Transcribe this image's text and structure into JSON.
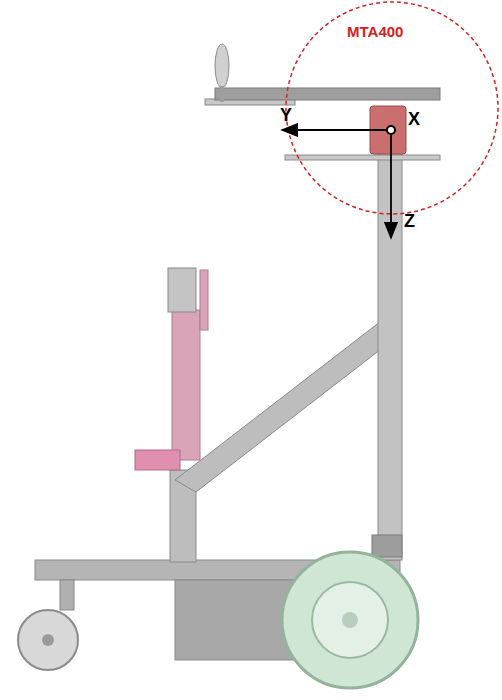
{
  "diagram": {
    "labels": [
      "MTA400",
      "Y",
      "X",
      "Z"
    ]
  }
}
